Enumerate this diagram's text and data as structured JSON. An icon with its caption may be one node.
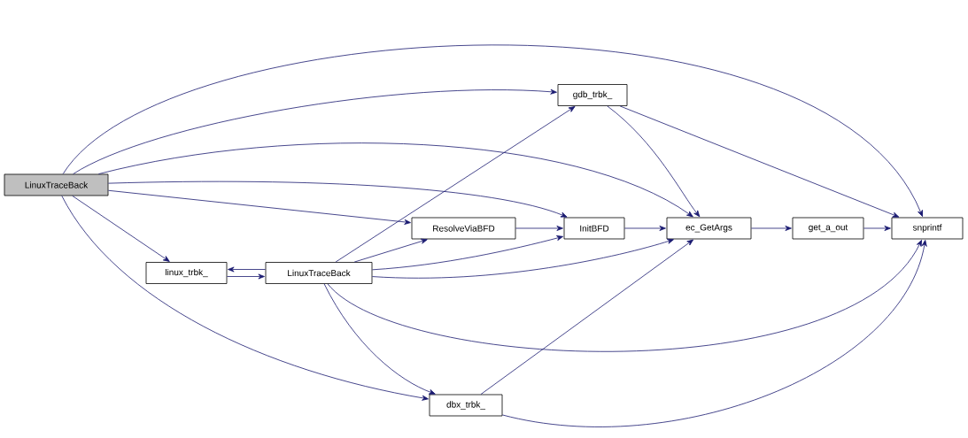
{
  "diagram": {
    "nodes": [
      {
        "text": [
          "LinuxTraceBack"
        ]
      },
      {
        "text": [
          "gdb_trbk_"
        ]
      },
      {
        "text": [
          "linux_trbk_"
        ]
      },
      {
        "text": [
          "LinuxTraceBack"
        ]
      },
      {
        "text": [
          "ResolveViaBFD"
        ]
      },
      {
        "text": [
          "InitBFD"
        ]
      },
      {
        "text": [
          "ec_GetArgs"
        ]
      },
      {
        "text": [
          "get_a_out"
        ]
      },
      {
        "text": [
          "snprintf"
        ]
      },
      {
        "text": [
          "dbx_trbk_"
        ]
      }
    ],
    "edges": [
      {
        "from": 0,
        "to": 8,
        "arrow": "to"
      },
      {
        "from": 0,
        "to": 1,
        "arrow": "to"
      },
      {
        "from": 0,
        "to": 6,
        "arrow": "to"
      },
      {
        "from": 0,
        "to": 5,
        "arrow": "to"
      },
      {
        "from": 0,
        "to": 4,
        "arrow": "to"
      },
      {
        "from": 0,
        "to": 2,
        "arrow": "to"
      },
      {
        "from": 0,
        "to": 9,
        "arrow": "to"
      },
      {
        "from": 1,
        "to": 6,
        "arrow": "to"
      },
      {
        "from": 1,
        "to": 8,
        "arrow": "to"
      },
      {
        "from": 2,
        "to": 3,
        "arrow": "to"
      },
      {
        "from": 3,
        "to": 2,
        "arrow": "to"
      },
      {
        "from": 3,
        "to": 1,
        "arrow": "to"
      },
      {
        "from": 3,
        "to": 4,
        "arrow": "to"
      },
      {
        "from": 3,
        "to": 5,
        "arrow": "to"
      },
      {
        "from": 3,
        "to": 6,
        "arrow": "to"
      },
      {
        "from": 3,
        "to": 8,
        "arrow": "to"
      },
      {
        "from": 3,
        "to": 9,
        "arrow": "to"
      },
      {
        "from": 4,
        "to": 5,
        "arrow": "to"
      },
      {
        "from": 5,
        "to": 6,
        "arrow": "to"
      },
      {
        "from": 6,
        "to": 7,
        "arrow": "to"
      },
      {
        "from": 7,
        "to": 8,
        "arrow": "to"
      },
      {
        "from": 9,
        "to": 6,
        "arrow": "to"
      },
      {
        "from": 9,
        "to": 8,
        "arrow": "to"
      }
    ]
  }
}
